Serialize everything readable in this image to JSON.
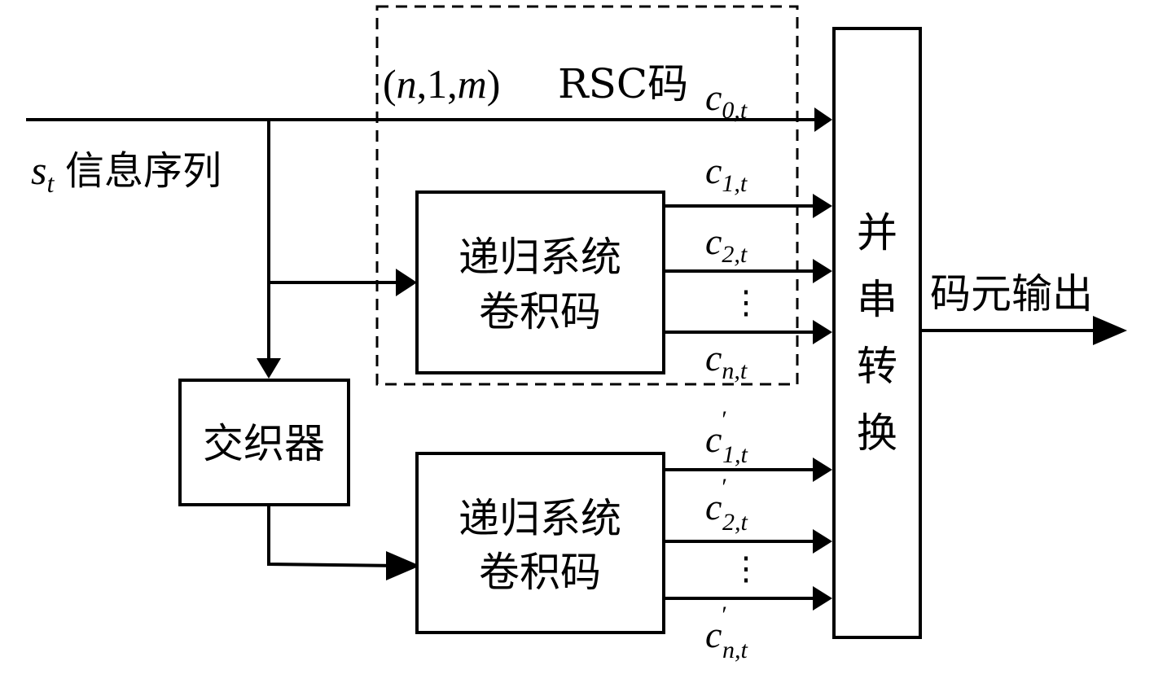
{
  "rsc_block": {
    "label_prefix": "(",
    "label_n": "n",
    "label_mid": ",1,",
    "label_m": "m",
    "label_close": ")",
    "label_suffix": "RSC码"
  },
  "input": {
    "symbol": "s",
    "subscript": "t",
    "label": "信息序列"
  },
  "encoder_top": {
    "line1": "递归系统",
    "line2": "卷积码"
  },
  "encoder_bottom": {
    "line1": "递归系统",
    "line2": "卷积码"
  },
  "interleaver": {
    "label": "交织器"
  },
  "converter": {
    "chars": [
      "并",
      "串",
      "转",
      "换"
    ]
  },
  "output": {
    "label": "码元输出"
  },
  "signals": {
    "c0": {
      "base": "c",
      "sub": "0,t"
    },
    "c1": {
      "base": "c",
      "sub": "1,t"
    },
    "c2": {
      "base": "c",
      "sub": "2,t"
    },
    "cn": {
      "base": "c",
      "sub": "n,t"
    },
    "cp1": {
      "base": "c",
      "prime": "′",
      "sub": "1,t"
    },
    "cp2": {
      "base": "c",
      "prime": "′",
      "sub": "2,t"
    },
    "cpn": {
      "base": "c",
      "prime": "′",
      "sub": "n,t"
    }
  },
  "ellipsis": "⋮"
}
